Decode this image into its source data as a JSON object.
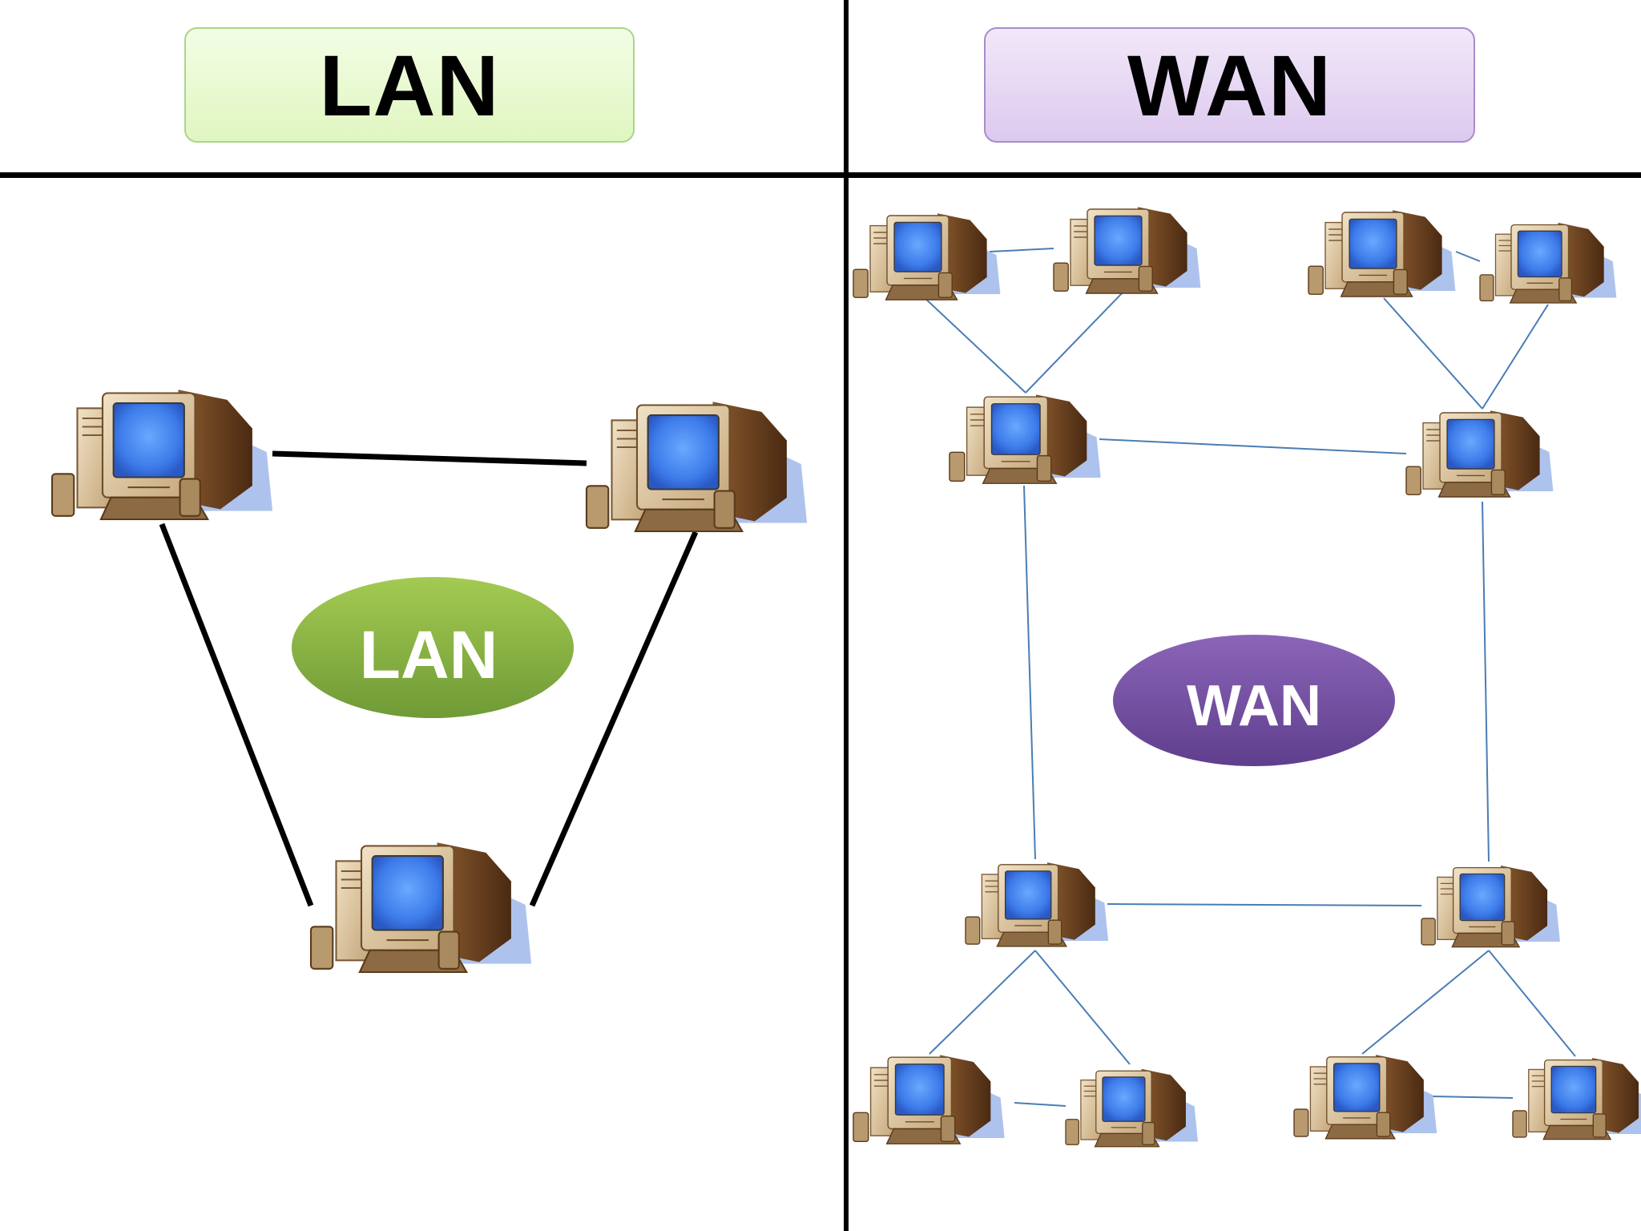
{
  "headers": {
    "lan": "LAN",
    "wan": "WAN"
  },
  "ovals": {
    "lan": "LAN",
    "wan": "WAN"
  },
  "colors": {
    "lan_oval": "#8cb84a",
    "wan_oval": "#7a55a8",
    "lan_header_bg": "#e8f9d4",
    "wan_header_bg": "#e6d7f3",
    "lan_links": "#000000",
    "wan_links": "#4a7db5"
  },
  "icons": {
    "computer": "desktop-computer-icon"
  }
}
